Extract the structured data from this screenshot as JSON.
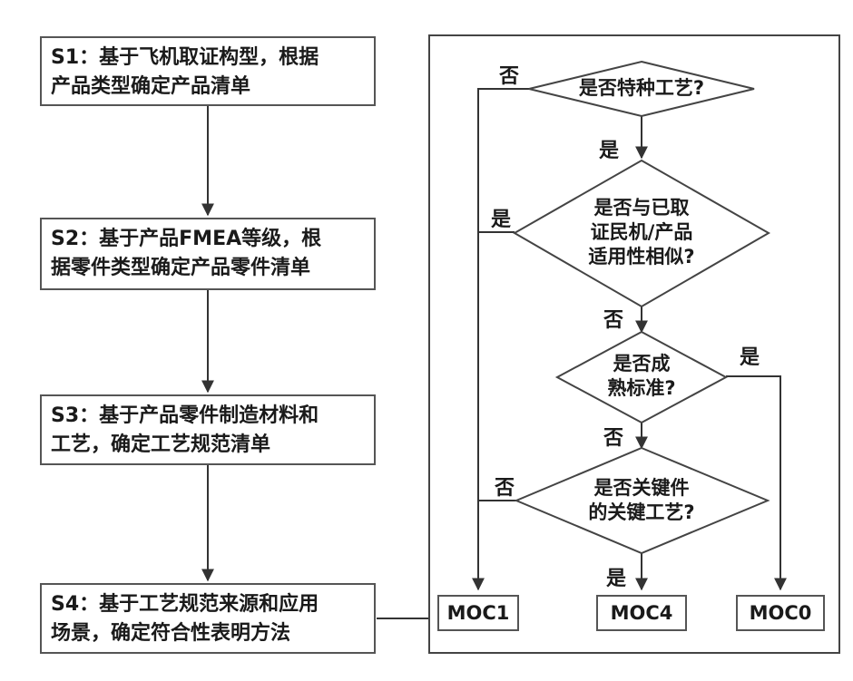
{
  "steps": [
    {
      "line1": "S1：基于飞机取证构型，根据",
      "line2": "产品类型确定产品清单"
    },
    {
      "line1": "S2：基于产品FMEA等级，根",
      "line2": "据零件类型确定产品零件清单"
    },
    {
      "line1": "S3：基于产品零件制造材料和",
      "line2": "工艺，确定工艺规范清单"
    },
    {
      "line1": "S4：基于工艺规范来源和应用",
      "line2": "场景，确定符合性表明方法"
    }
  ],
  "decisions": [
    {
      "lines": [
        "是否特种工艺?"
      ]
    },
    {
      "lines": [
        "是否与已取",
        "证民机/产品",
        "适用性相似?"
      ]
    },
    {
      "lines": [
        "是否成",
        "熟标准?"
      ]
    },
    {
      "lines": [
        "是否关键件",
        "的关键工艺?"
      ]
    }
  ],
  "outcomes": {
    "moc1": "MOC1",
    "moc4": "MOC4",
    "moc0": "MOC0"
  },
  "labels": {
    "d1_no": "否",
    "d1_yes": "是",
    "d2_yes": "是",
    "d2_no": "否",
    "d3_yes": "是",
    "d3_no": "否",
    "d4_no": "否",
    "d4_yes": "是"
  }
}
